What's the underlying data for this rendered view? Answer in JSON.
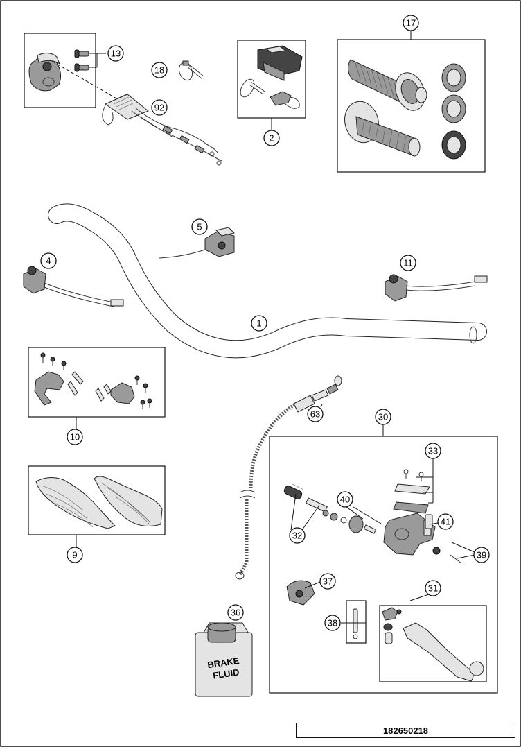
{
  "document_number": "182650218",
  "fluid_label_line1": "BRAKE",
  "fluid_label_line2": "FLUID",
  "callouts": {
    "c1": "1",
    "c2": "2",
    "c4": "4",
    "c5": "5",
    "c9": "9",
    "c10": "10",
    "c11": "11",
    "c13": "13",
    "c17": "17",
    "c18": "18",
    "c30": "30",
    "c31": "31",
    "c32": "32",
    "c33": "33",
    "c36": "36",
    "c37": "37",
    "c38": "38",
    "c39": "39",
    "c40": "40",
    "c41": "41",
    "c63": "63",
    "c92": "92"
  }
}
